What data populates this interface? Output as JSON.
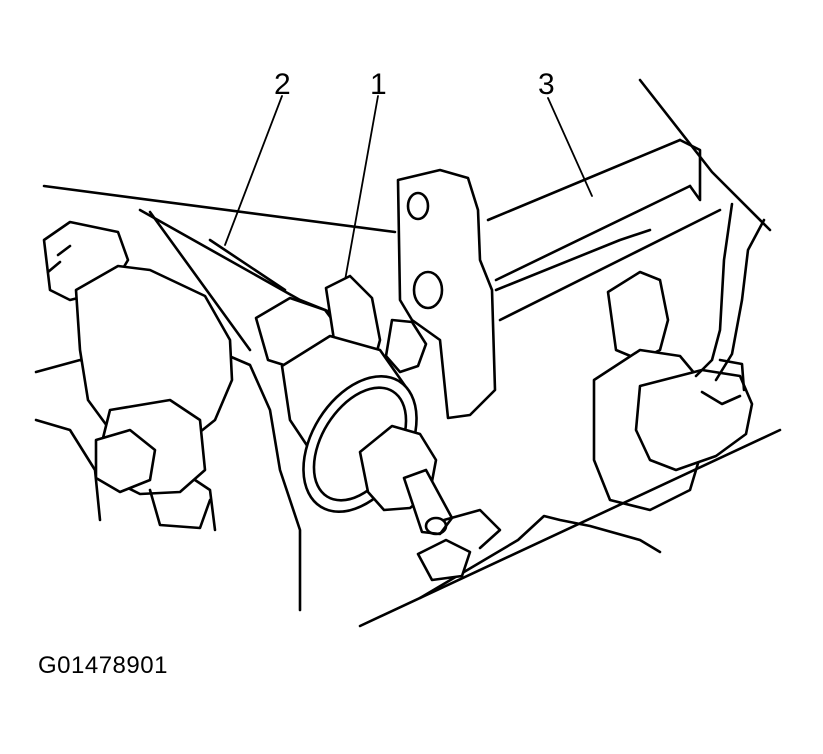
{
  "diagram": {
    "callouts": [
      {
        "label": "2"
      },
      {
        "label": "1"
      },
      {
        "label": "3"
      }
    ],
    "figure_id": "G01478901"
  }
}
